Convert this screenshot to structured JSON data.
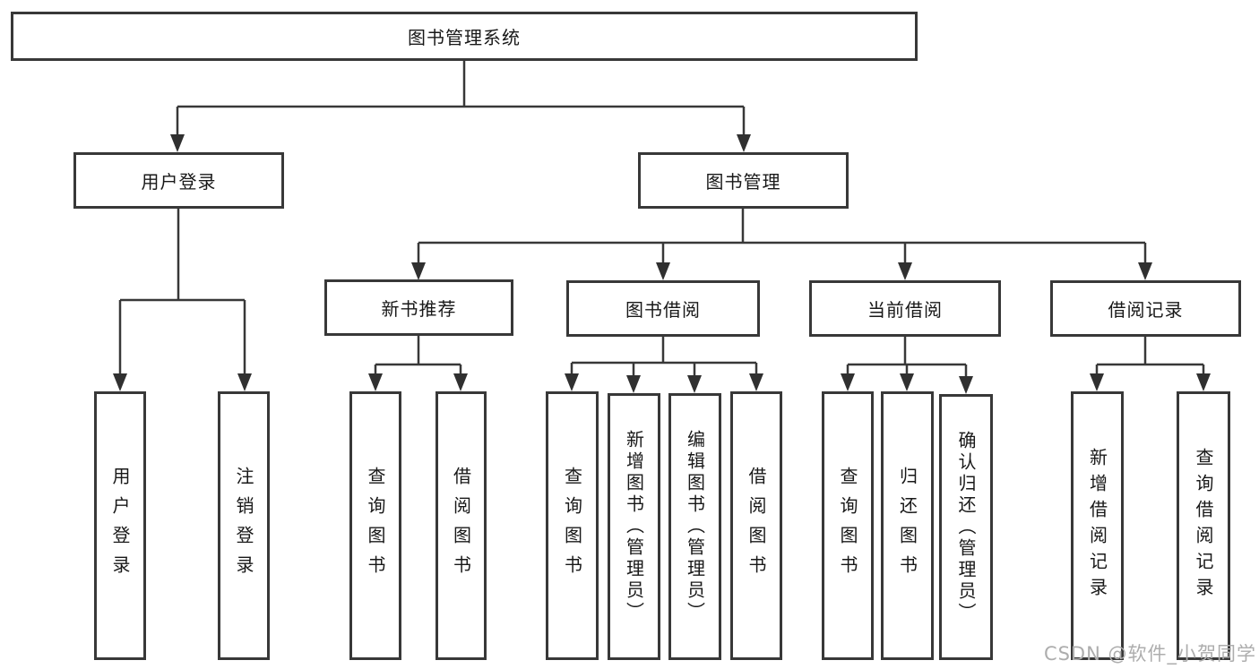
{
  "diagram": {
    "title": "图书管理系统",
    "colors": {
      "line": "#383838",
      "box_border": "#383838",
      "text": "#181818",
      "watermark": "#adadad",
      "background": "#ffffff"
    },
    "nodes": {
      "root": "图书管理系统",
      "user_login": "用户登录",
      "book_mgmt": "图书管理",
      "new_book_rec": "新书推荐",
      "book_borrow": "图书借阅",
      "current_borrow": "当前借阅",
      "borrow_records": "借阅记录",
      "leaf_login": "用户登录",
      "leaf_logout": "注销登录",
      "leaf_nb_query": "查询图书",
      "leaf_nb_borrow": "借阅图书",
      "leaf_bw_query": "查询图书",
      "leaf_bw_add": "新增图书（管理员）",
      "leaf_bw_edit": "编辑图书（管理员）",
      "leaf_bw_borrow": "借阅图书",
      "leaf_cu_query": "查询图书",
      "leaf_cu_return": "归还图书",
      "leaf_cu_confirm": "确认归还（管理员）",
      "leaf_rc_add": "新增借阅记录",
      "leaf_rc_query": "查询借阅记录"
    },
    "hierarchy": {
      "root": "图书管理系统",
      "children": [
        {
          "label": "用户登录",
          "children": [
            "用户登录",
            "注销登录"
          ]
        },
        {
          "label": "图书管理",
          "children": [
            {
              "label": "新书推荐",
              "children": [
                "查询图书",
                "借阅图书"
              ]
            },
            {
              "label": "图书借阅",
              "children": [
                "查询图书",
                "新增图书（管理员）",
                "编辑图书（管理员）",
                "借阅图书"
              ]
            },
            {
              "label": "当前借阅",
              "children": [
                "查询图书",
                "归还图书",
                "确认归还（管理员）"
              ]
            },
            {
              "label": "借阅记录",
              "children": [
                "新增借阅记录",
                "查询借阅记录"
              ]
            }
          ]
        }
      ]
    },
    "watermark": "CSDN @软件_小贺同学"
  }
}
